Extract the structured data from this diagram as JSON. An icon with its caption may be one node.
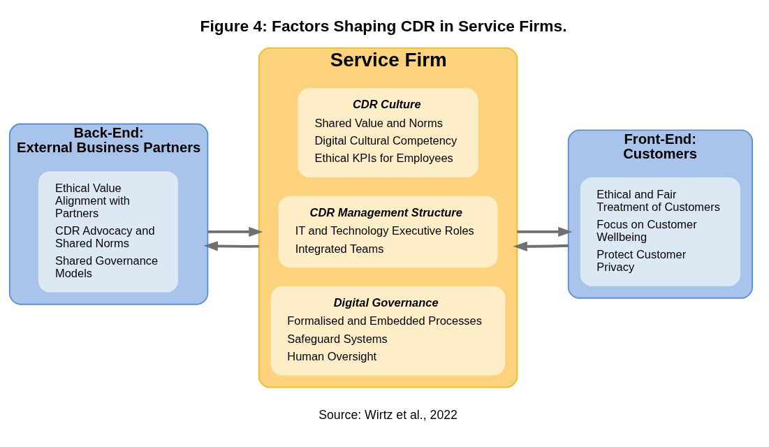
{
  "diagram": {
    "title": "Figure 4: Factors Shaping CDR in Service Firms.",
    "caption": "Source: Wirtz et al., 2022",
    "nodes": [
      {
        "text": [
          "Back-End:",
          "External Business Partners"
        ]
      },
      {
        "text": [
          "Ethical Value Alignment with Partners",
          "CDR Advocacy and Shared Norms",
          "Shared Governance Models"
        ],
        "in": 0
      },
      {
        "text": [
          "Service Firm"
        ]
      },
      {
        "text": [
          "CDR Culture",
          "Shared Value and Norms",
          "Digital Cultural Competency",
          "Ethical KPIs for Employees"
        ],
        "in": 2
      },
      {
        "text": [
          "CDR Management Structure",
          "IT and Technology Executive Roles",
          "Integrated Teams"
        ],
        "in": 2
      },
      {
        "text": [
          "Digital Governance",
          "Formalised and Embedded Processes",
          "Safeguard Systems",
          "Human Oversight"
        ],
        "in": 2
      },
      {
        "text": [
          "Front-End:",
          "Customers"
        ]
      },
      {
        "text": [
          "Ethical and Fair Treatment of Customers",
          "Focus on Customer Wellbeing",
          "Protect Customer Privacy"
        ],
        "in": 6
      }
    ],
    "edges": [
      {
        "from": 2,
        "to": 0,
        "arrow": "to"
      },
      {
        "from": 0,
        "to": 2,
        "arrow": "to"
      },
      {
        "from": 6,
        "to": 2,
        "arrow": "to"
      },
      {
        "from": 2,
        "to": 6,
        "arrow": "to"
      }
    ]
  }
}
